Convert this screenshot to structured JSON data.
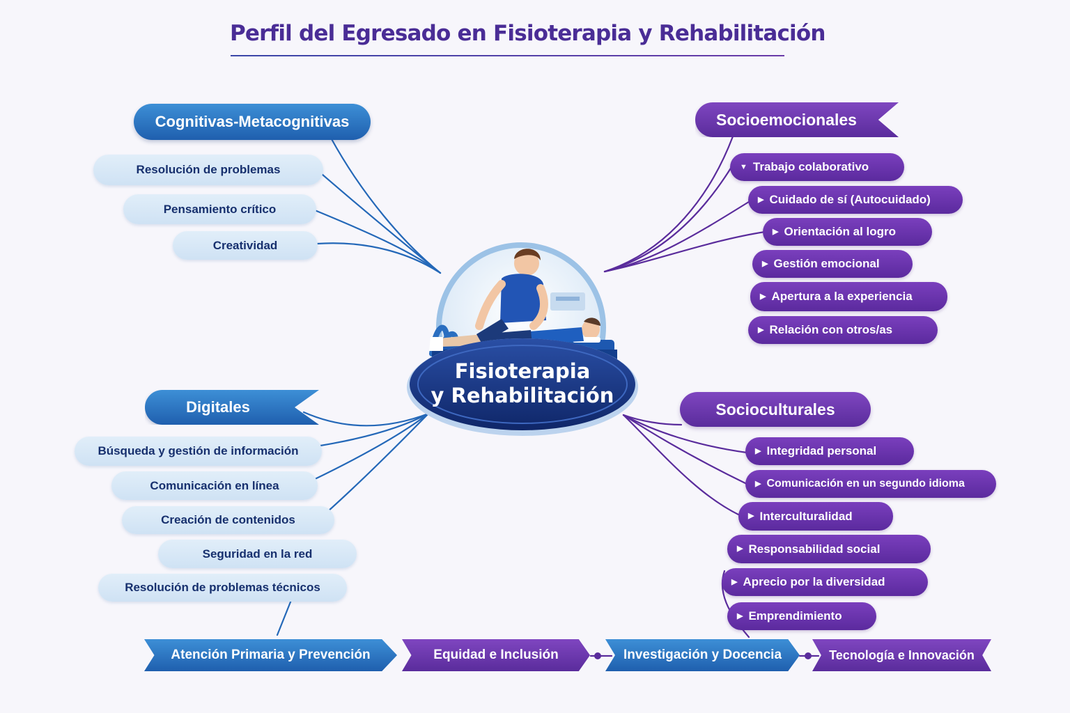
{
  "title": "Perfil del Egresado en Fisioterapia y Rehabilitación",
  "center": {
    "line1": "Fisioterapia",
    "line2": "y Rehabilitación",
    "illustration": "physiotherapist-treating-patient"
  },
  "colors": {
    "blue_accent": "#2a72c4",
    "purple_accent": "#6a35ad",
    "title": "#4a2d96",
    "blue_text": "#17306e",
    "navy_center": "#16307e"
  },
  "branches": {
    "cognitivas": {
      "label": "Cognitivas-Metacognitivas",
      "items": [
        "Resolución de problemas",
        "Pensamiento crítico",
        "Creatividad"
      ]
    },
    "socioemocionales": {
      "label": "Socioemocionales",
      "items": [
        "Trabajo colaborativo",
        "Cuidado de sí (Autocuidado)",
        "Orientación al logro",
        "Gestión emocional",
        "Apertura a la experiencia",
        "Relación con otros/as"
      ]
    },
    "digitales": {
      "label": "Digitales",
      "items": [
        "Búsqueda y gestión de información",
        "Comunicación en línea",
        "Creación de contenidos",
        "Seguridad en la red",
        "Resolución de problemas técnicos"
      ]
    },
    "socioculturales": {
      "label": "Socioculturales",
      "items": [
        "Integridad personal",
        "Comunicación en un segundo idioma",
        "Interculturalidad",
        "Responsabilidad social",
        "Aprecio por la diversidad",
        "Emprendimiento"
      ]
    }
  },
  "bottom_banners": [
    "Atención Primaria y Prevención",
    "Equidad e Inclusión",
    "Investigación y Docencia",
    "Tecnología e Innovación"
  ]
}
